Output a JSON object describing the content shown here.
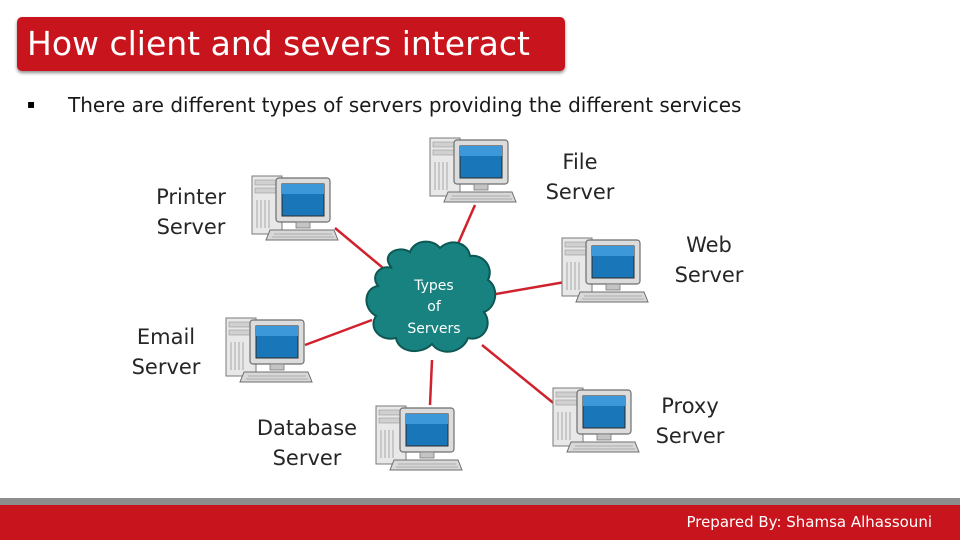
{
  "slide": {
    "title": "How client and severs interact",
    "bullet_marker": "▪",
    "bullet_text": "There are different types of servers providing the different services",
    "footer": "Prepared By: Shamsa Alhassouni"
  },
  "diagram": {
    "center": [
      "Types",
      "of",
      "Servers"
    ],
    "nodes": {
      "printer": [
        "Printer",
        "Server"
      ],
      "file": [
        "File",
        "Server"
      ],
      "web": [
        "Web",
        "Server"
      ],
      "email": [
        "Email",
        "Server"
      ],
      "proxy": [
        "Proxy",
        "Server"
      ],
      "database": [
        "Database",
        "Server"
      ]
    }
  },
  "colors": {
    "accent": "#c8141c",
    "connector": "#d0212c",
    "cloud": "#17827f",
    "footer_gray": "#8c8c8c"
  },
  "icons": [
    "server-computer-icon",
    "cloud-hub-icon"
  ]
}
